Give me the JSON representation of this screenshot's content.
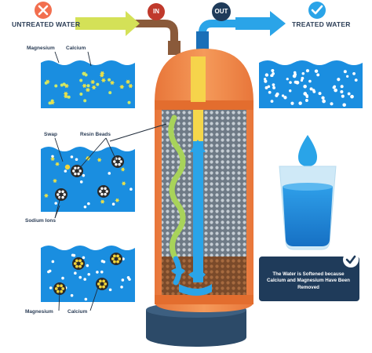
{
  "header": {
    "untreated_label": "UNTREATED WATER",
    "treated_label": "TREATED WATER",
    "in_label": "IN",
    "out_label": "OUT"
  },
  "panels": {
    "top_left": {
      "magnesium_label": "Magnesium",
      "calcium_label": "Calcium"
    },
    "middle_left": {
      "swap_label": "Swap",
      "resin_label": "Resin Beads",
      "sodium_label": "Sodium Ions"
    },
    "bottom_left": {
      "magnesium_label": "Magnesium",
      "calcium_label": "Calcium"
    }
  },
  "info": {
    "text": "The Water is Softened because Calcium and Magnesium Have Been Removed"
  },
  "colors": {
    "water_blue": "#1a8ee0",
    "tank_orange": "#f08a4b",
    "pipe_in_yellow": "#d4e157",
    "pipe_out_blue": "#2aa4e8",
    "badge_red": "#f26f4f",
    "badge_navy": "#1f3b5a",
    "info_box": "#1f3b5a"
  },
  "icons": {
    "reject_icon": "x-circle-icon",
    "accept_icon": "check-circle-icon"
  }
}
